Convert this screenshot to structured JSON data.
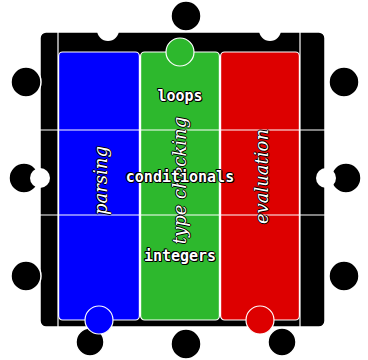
{
  "diagram": {
    "nodes": [
      {
        "text": [
          "parsing"
        ]
      },
      {
        "text": [
          "type checking"
        ]
      },
      {
        "text": [
          "evaluation"
        ]
      }
    ],
    "labels": [
      "loops",
      "conditionals",
      "integers"
    ]
  }
}
